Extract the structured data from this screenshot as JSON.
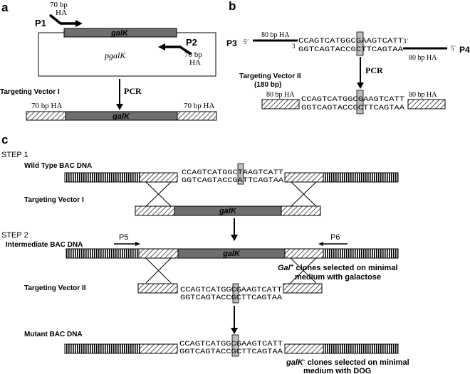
{
  "panel_a": {
    "letter": "a",
    "ha_70bp_top": [
      "70 bp",
      "HA"
    ],
    "p1": "P1",
    "p2": "P2",
    "galk": "galK",
    "ha_70bp_p2": [
      "70 bp",
      "HA"
    ],
    "plasmid": "pgalK",
    "pcr": "PCR",
    "targeting_vector": "Targeting Vector I",
    "ha_left": "70 bp HA",
    "ha_right": "70 bp HA"
  },
  "panel_b": {
    "letter": "b",
    "p3": "P3",
    "p3_five": "5´",
    "ha_80bp_left": "80 bp HA",
    "seq_top": "CCAGTCATGGCGAAGTCATT",
    "seq_bottom": "GGTCAGTACCGCTTCAGTAA",
    "three_top": "3´",
    "three_bottom": "3",
    "p4_five": "5´",
    "p4": "P4",
    "ha_80bp_right": "80 bp HA",
    "pcr": "PCR",
    "targeting_vector": "Targeting Vector II",
    "size": "(180 bp)",
    "ha_out_left": "80 bp HA",
    "ha_out_right": "80 bp HA",
    "out_seq_top": "CCAGTCATGGCGAAGTCATT",
    "out_seq_bottom": "GGTCAGTACCGCTTCAGTAA"
  },
  "panel_c": {
    "letter": "c",
    "step1": "STEP 1",
    "wild_type": "Wild Type BAC DNA",
    "wt_seq_top": "CCAGTCATGGCTAAGTCATT",
    "wt_seq_bottom": "GGTCAGTACCGATTCAGTAA",
    "tv1": "Targeting Vector I",
    "galk1": "galK",
    "step2": "STEP 2",
    "intermediate": "Intermediate BAC DNA",
    "p5": "P5",
    "p6": "P6",
    "galk2": "galK",
    "gal_plus": "Gal",
    "gal_plus_sup": "+",
    "gal_plus_rest": " clones selected on minimal",
    "gal_plus_line2": "medium with galactose",
    "tv2": "Targeting Vector II",
    "tv2_seq_top": "CCAGTCATGGCGAAGTCATT",
    "tv2_seq_bottom": "GGTCAGTACCGCTTCAGTAA",
    "mutant": "Mutant BAC DNA",
    "mut_seq_top": "CCAGTCATGGCGAAGTCATT",
    "mut_seq_bottom": "GGTCAGTACCGCTTCAGTAA",
    "galk_minus": "galK",
    "galk_minus_sup": "-",
    "galk_minus_rest": " clones selected on minimal",
    "galk_minus_line2": "medium with DOG"
  },
  "colors": {
    "galk_fill": "#6e6e6e",
    "highlight": "#bdbdbd"
  }
}
